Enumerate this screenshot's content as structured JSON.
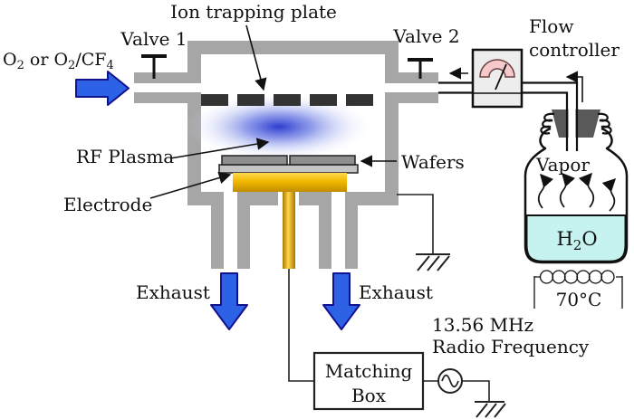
{
  "diagram_title": "RF plasma ashing/etching chamber with water-vapor delivery system",
  "labels": {
    "gas": {
      "p1": "O",
      "s1": "2",
      "p2": " or O",
      "s2": "2",
      "p3": "/CF",
      "s3": "4"
    },
    "valve1": "Valve 1",
    "valve2": "Valve 2",
    "ion_plate": "Ion trapping plate",
    "flow_controller_line1": "Flow",
    "flow_controller_line2": "controller",
    "rf_plasma": "RF Plasma",
    "wafers": "Wafers",
    "electrode": "Electrode",
    "exhaust_left": "Exhaust",
    "exhaust_right": "Exhaust",
    "vapor": "Vapor",
    "h2o": {
      "p1": "H",
      "s1": "2",
      "p2": "O"
    },
    "temperature": "70°C",
    "rf_line1": "13.56 MHz",
    "rf_line2": "Radio Frequency",
    "matching_line1": "Matching",
    "matching_line2": "Box"
  },
  "icons": {
    "valve1": "valve-tee-icon",
    "valve2": "valve-tee-icon",
    "flow_meter": "analog-gauge-icon",
    "chamber_ground": "ground-icon",
    "rf_ground": "ground-icon",
    "rf_source": "ac-source-icon",
    "heater": "heater-coil-icon",
    "gas_flow": "block-arrow-right-icon",
    "exhaust_flow": "block-arrow-down-icon"
  },
  "colors": {
    "wall": "#a6a6a6",
    "plate_dash": "#333333",
    "plasma_core": "#2a3fd0",
    "flow_blue": "#2e62e6",
    "flow_blue_border": "#12128f",
    "gold": "#e8b500",
    "water": "#c6f3ef",
    "gauge_pink": "#f6caca",
    "stopper_gray": "#595959",
    "controller_bg": "#ededed",
    "ink": "#111111"
  }
}
